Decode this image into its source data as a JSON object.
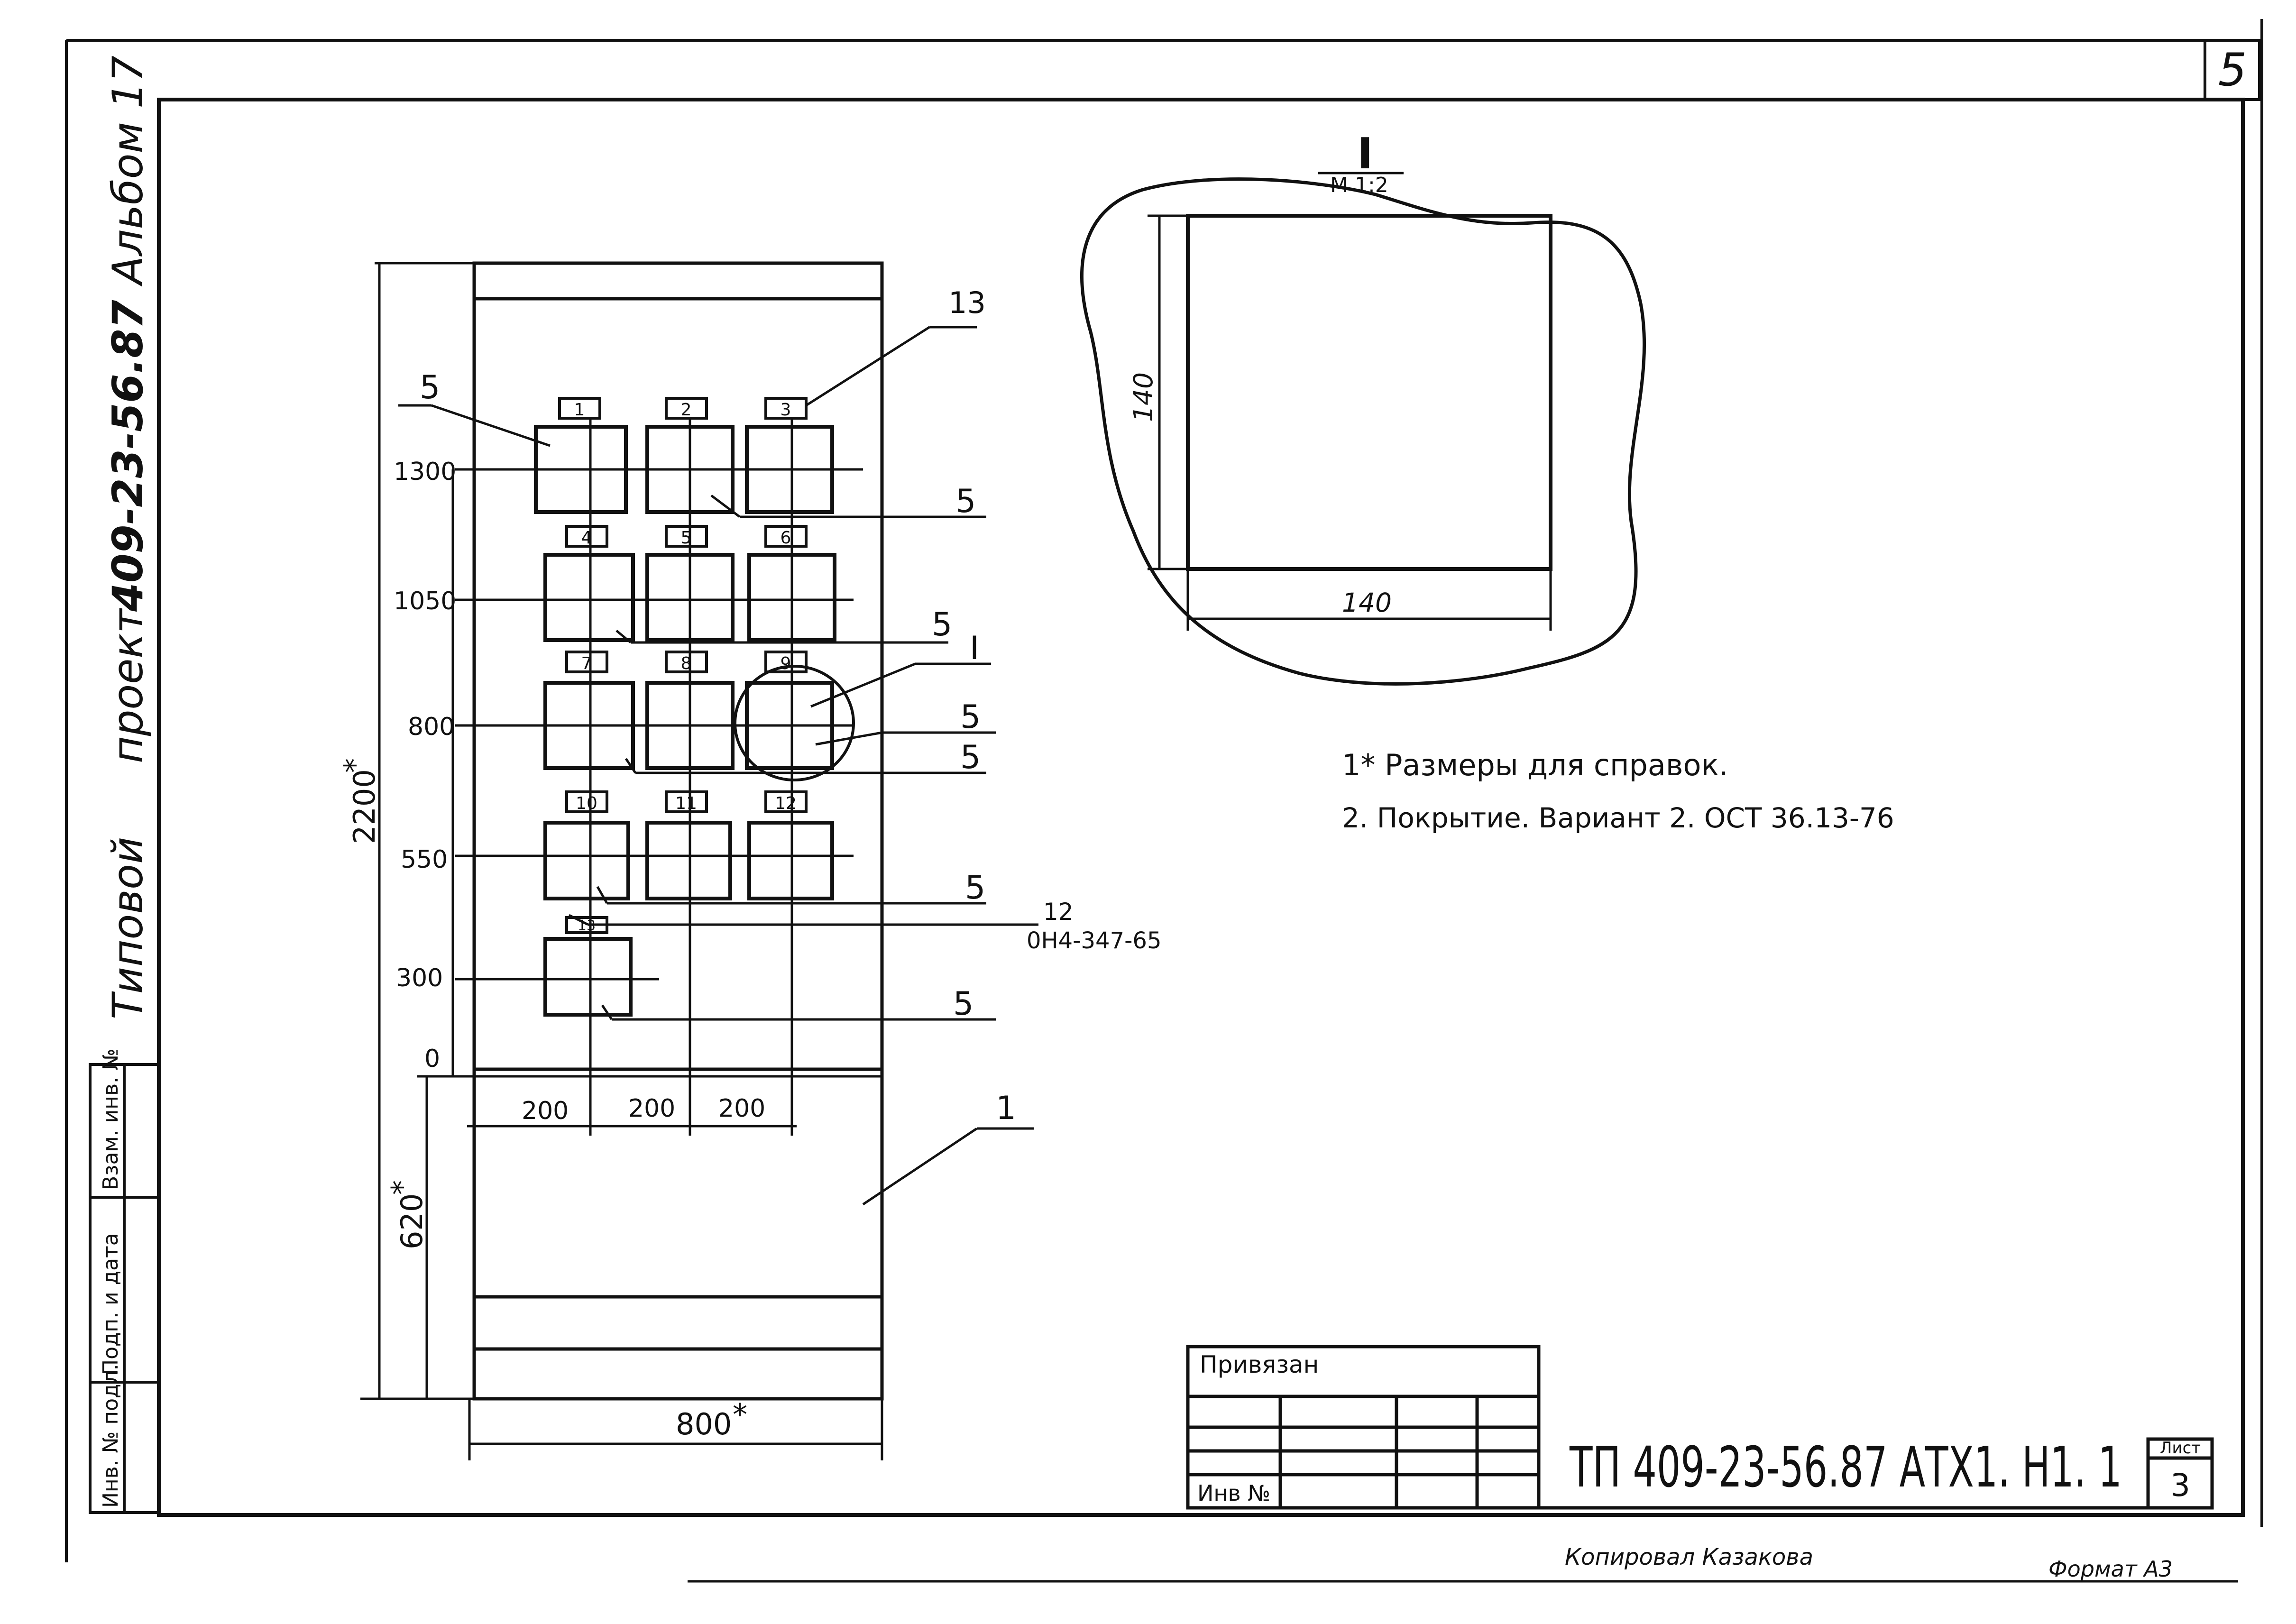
{
  "page_number": "5",
  "side_stamp": {
    "typical": "Типовой",
    "project": "проект",
    "code": "409-23-56.87",
    "album": "Альбом 17"
  },
  "side_table": {
    "inv_orig": "Инв. № подл.",
    "sign_date": "Подп. и дата",
    "replace_inv": "Взам. инв. №"
  },
  "panel": {
    "top_label": "13",
    "level_labels": [
      "1300",
      "1050",
      "800",
      "550",
      "300",
      "0"
    ],
    "cell_labels": [
      "1",
      "2",
      "3",
      "4",
      "5",
      "6",
      "7",
      "8",
      "9",
      "10",
      "11",
      "12",
      "13"
    ],
    "callout_5": "5",
    "callout_I": "I",
    "callout_1": "1",
    "callout_12": "12",
    "callout_12_std": "0Н4-347-65",
    "dim_height": "2200",
    "dim_height_star": "*",
    "dim_bottom": "620",
    "dim_bottom_star": "*",
    "dim_spacing": [
      "200",
      "200",
      "200"
    ],
    "dim_width": "800",
    "dim_width_star": "*"
  },
  "detail": {
    "mark": "I",
    "scale": "М 1:2",
    "dim_v": "140",
    "dim_h": "140"
  },
  "notes": [
    "1* Размеры  для справок.",
    "2. Покрытие. Вариант 2. ОСТ 36.13-76"
  ],
  "title_block": {
    "attached": "Привязан",
    "inv_no": "Инв №",
    "doc_code": "ТП 409-23-56.87 АТХ1. Н1. 1",
    "sheet_label": "Лист",
    "sheet_number": "3"
  },
  "footer": {
    "copied_by": "Копировал Казакова",
    "format": "Формат А3"
  }
}
